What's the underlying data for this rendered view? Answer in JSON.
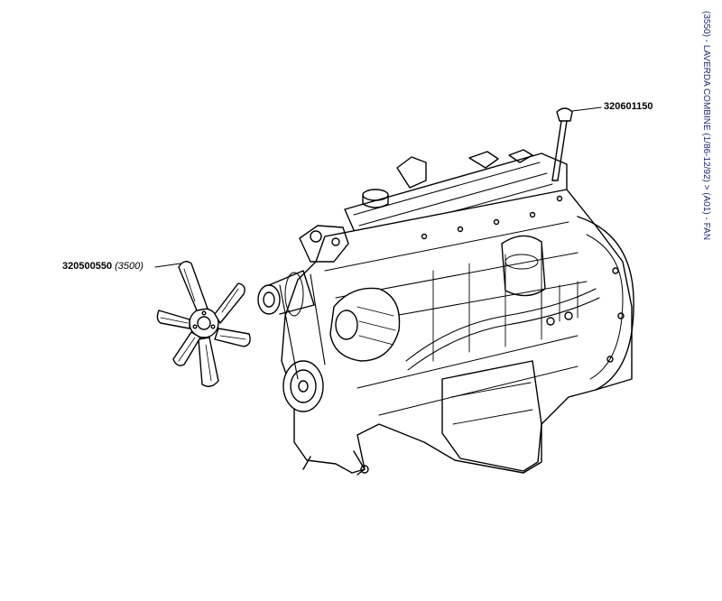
{
  "caption": "(3550) - LAVERDA COMBINE (1/86-12/92) > (A01) - FAN",
  "parts": [
    {
      "part_number": "320500550",
      "reference": "(3500)",
      "name": "fan"
    },
    {
      "part_number": "320601150",
      "name": "dipstick"
    }
  ],
  "colors": {
    "line": "#000000",
    "caption": "#1b2a6b",
    "background": "#ffffff"
  }
}
